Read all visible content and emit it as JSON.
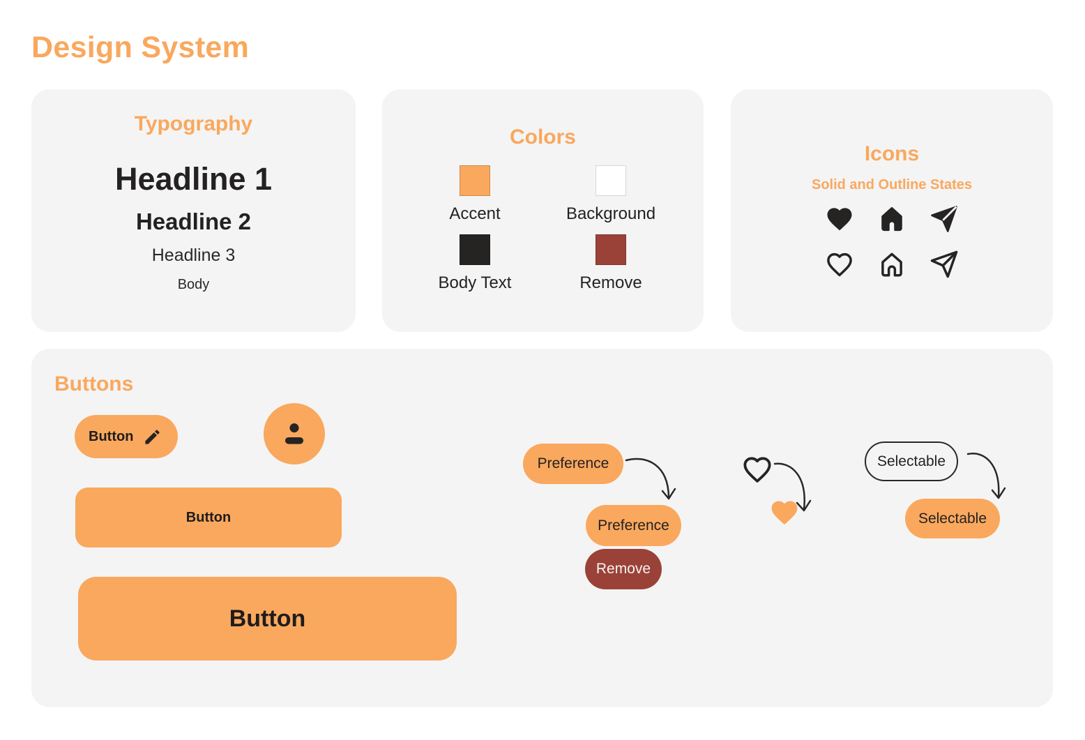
{
  "page": {
    "title": "Design System"
  },
  "palette": {
    "accent": "#F9A85E",
    "background": "#FFFFFF",
    "body_text": "#262323",
    "remove": "#9A4238",
    "card_background": "#F4F4F4"
  },
  "typography_card": {
    "title": "Typography",
    "headline1": "Headline 1",
    "headline2": "Headline 2",
    "headline3": "Headline 3",
    "body": "Body"
  },
  "colors_card": {
    "title": "Colors",
    "swatches": [
      {
        "label": "Accent",
        "color": "#F9A85E"
      },
      {
        "label": "Background",
        "color": "#FFFFFF"
      },
      {
        "label": "Body Text",
        "color": "#262323"
      },
      {
        "label": "Remove",
        "color": "#9A4238"
      }
    ]
  },
  "icons_card": {
    "title": "Icons",
    "subtitle": "Solid and Outline States",
    "icons": [
      {
        "name": "heart",
        "states": "solid+outline"
      },
      {
        "name": "home",
        "states": "solid+outline"
      },
      {
        "name": "send",
        "states": "solid+outline"
      }
    ]
  },
  "buttons_card": {
    "title": "Buttons",
    "small_button_label": "Button",
    "medium_button_label": "Button",
    "large_button_label": "Button",
    "preference_default_label": "Preference",
    "preference_selected_label": "Preference",
    "remove_button_label": "Remove",
    "selectable_outline_label": "Selectable",
    "selectable_filled_label": "Selectable"
  }
}
